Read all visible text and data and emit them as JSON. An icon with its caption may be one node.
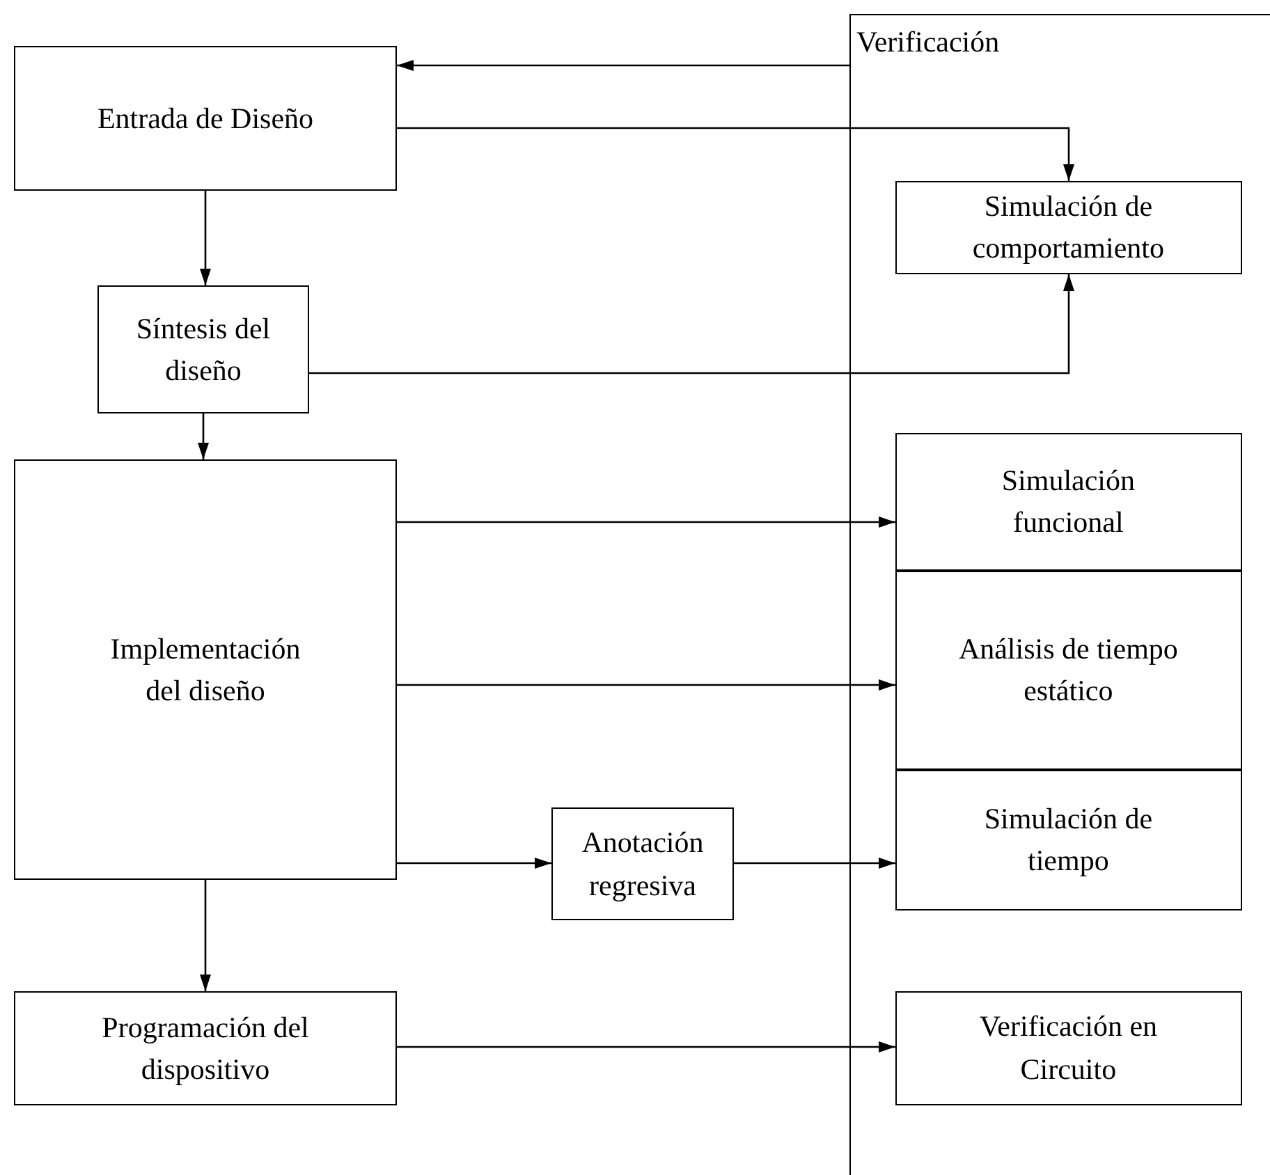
{
  "diagram": {
    "nodes": [
      {
        "text": [
          "Entrada de Diseño"
        ]
      },
      {
        "text": [
          "Verificación"
        ]
      },
      {
        "text": [
          "Simulación de comportamiento"
        ],
        "in": 1
      },
      {
        "text": [
          "Síntesis del diseño"
        ]
      },
      {
        "text": [
          "Implementación del diseño"
        ]
      },
      {
        "text": [
          "Simulación funcional"
        ],
        "in": 1
      },
      {
        "text": [
          "Análisis de tiempo estático"
        ],
        "in": 1
      },
      {
        "text": [
          "Anotación regresiva"
        ]
      },
      {
        "text": [
          "Simulación de tiempo"
        ],
        "in": 1
      },
      {
        "text": [
          "Programación del dispositivo"
        ]
      },
      {
        "text": [
          "Verificación en Circuito"
        ],
        "in": 1
      }
    ],
    "edges": [
      {
        "from": 1,
        "to": 0,
        "arrow": "to"
      },
      {
        "from": 0,
        "to": 2,
        "arrow": "to"
      },
      {
        "from": 0,
        "to": 3,
        "arrow": "to"
      },
      {
        "from": 3,
        "to": 2,
        "arrow": "to"
      },
      {
        "from": 3,
        "to": 4,
        "arrow": "to"
      },
      {
        "from": 4,
        "to": 5,
        "arrow": "to"
      },
      {
        "from": 4,
        "to": 6,
        "arrow": "to"
      },
      {
        "from": 4,
        "to": 7,
        "arrow": "to"
      },
      {
        "from": 7,
        "to": 8,
        "arrow": "to"
      },
      {
        "from": 4,
        "to": 9,
        "arrow": "to"
      },
      {
        "from": 9,
        "to": 10,
        "arrow": "to"
      }
    ]
  }
}
